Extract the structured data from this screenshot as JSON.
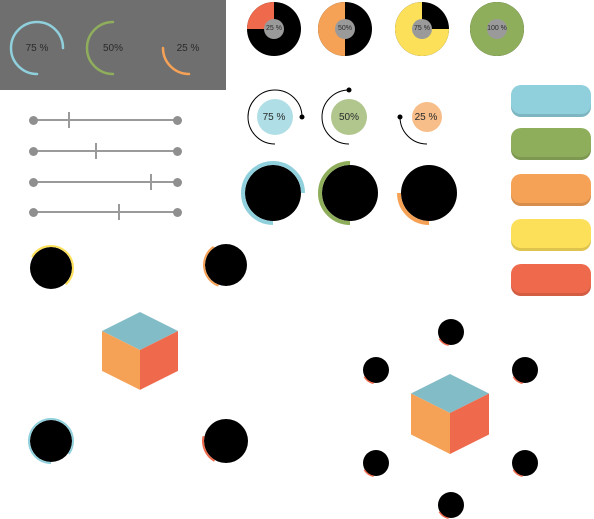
{
  "colors": {
    "panel": "#6f6f6f",
    "blue": "#8fd0dc",
    "green": "#8fae5c",
    "orange": "#f5a257",
    "yellow": "#fde05a",
    "red": "#ef6a4c",
    "black": "#000000",
    "gray": "#9a9a9a",
    "cube_top": "#82bcc7",
    "cube_left": "#f5a257",
    "cube_right": "#ef6a4c"
  },
  "arc_gauges": [
    {
      "label": "75 %",
      "value": 0.75,
      "color": "blue"
    },
    {
      "label": "50%",
      "value": 0.5,
      "color": "green"
    },
    {
      "label": "25 %",
      "value": 0.25,
      "color": "orange"
    }
  ],
  "pie_gauges": [
    {
      "label": "25 %",
      "value": 0.25,
      "color": "red"
    },
    {
      "label": "50%",
      "value": 0.5,
      "color": "orange"
    },
    {
      "label": "75 %",
      "value": 0.75,
      "color": "yellow"
    },
    {
      "label": "100 %",
      "value": 1.0,
      "color": "green"
    }
  ],
  "knob_gauges": [
    {
      "label": "75 %",
      "value": 0.75,
      "color": "blue"
    },
    {
      "label": "50%",
      "value": 0.5,
      "color": "green"
    },
    {
      "label": "25 %",
      "value": 0.25,
      "color": "orange"
    }
  ],
  "sliders": [
    {
      "value": 0.25
    },
    {
      "value": 0.44
    },
    {
      "value": 0.82
    },
    {
      "value": 0.6
    }
  ],
  "ring_gauges": [
    {
      "value": 0.75,
      "color": "blue"
    },
    {
      "value": 0.5,
      "color": "green"
    },
    {
      "value": 0.25,
      "color": "orange"
    }
  ],
  "pills": [
    "blue",
    "green",
    "orange",
    "yellow",
    "red"
  ]
}
